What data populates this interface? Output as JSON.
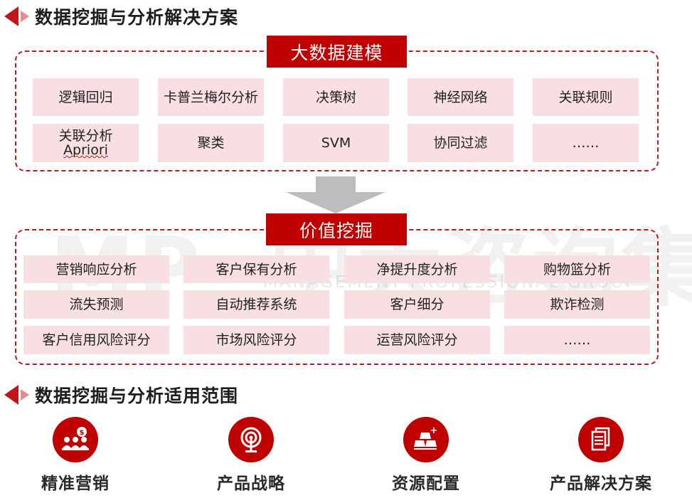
{
  "section1": {
    "title": "数据挖掘与分析解决方案"
  },
  "modeling": {
    "title": "大数据建模",
    "items": [
      {
        "label": "逻辑回归"
      },
      {
        "label": "卡普兰梅尔分析"
      },
      {
        "label": "决策树"
      },
      {
        "label": "神经网络"
      },
      {
        "label": "关联规则"
      },
      {
        "label": "关联分析",
        "sub": "Apriori"
      },
      {
        "label": "聚类"
      },
      {
        "label": "SVM"
      },
      {
        "label": "协同过滤"
      },
      {
        "label": "……"
      }
    ]
  },
  "mining": {
    "title": "价值挖掘",
    "items": [
      {
        "label": "营销响应分析"
      },
      {
        "label": "客户保有分析"
      },
      {
        "label": "净提升度分析"
      },
      {
        "label": "购物篮分析"
      },
      {
        "label": "流失预测"
      },
      {
        "label": "自动推荐系统"
      },
      {
        "label": "客户细分"
      },
      {
        "label": "欺诈检测"
      },
      {
        "label": "客户信用风险评分"
      },
      {
        "label": "市场风险评分"
      },
      {
        "label": "运营风险评分"
      },
      {
        "label": "……"
      }
    ]
  },
  "watermark": {
    "logo": "MP",
    "cn": "中大咨询集团",
    "en": "MANAGEMENT PROFESSIONAL GROUP"
  },
  "section2": {
    "title": "数据挖掘与分析适用范围"
  },
  "applications": [
    {
      "label": "精准营销",
      "icon": "group-money-icon"
    },
    {
      "label": "产品战略",
      "icon": "target-icon"
    },
    {
      "label": "资源配置",
      "icon": "gold-bars-icon"
    },
    {
      "label": "产品解决方案",
      "icon": "document-icon"
    }
  ],
  "colors": {
    "brand_red": "#c00000",
    "cell_pink": "#f8dfe1",
    "accent_light": "#e88a90"
  }
}
